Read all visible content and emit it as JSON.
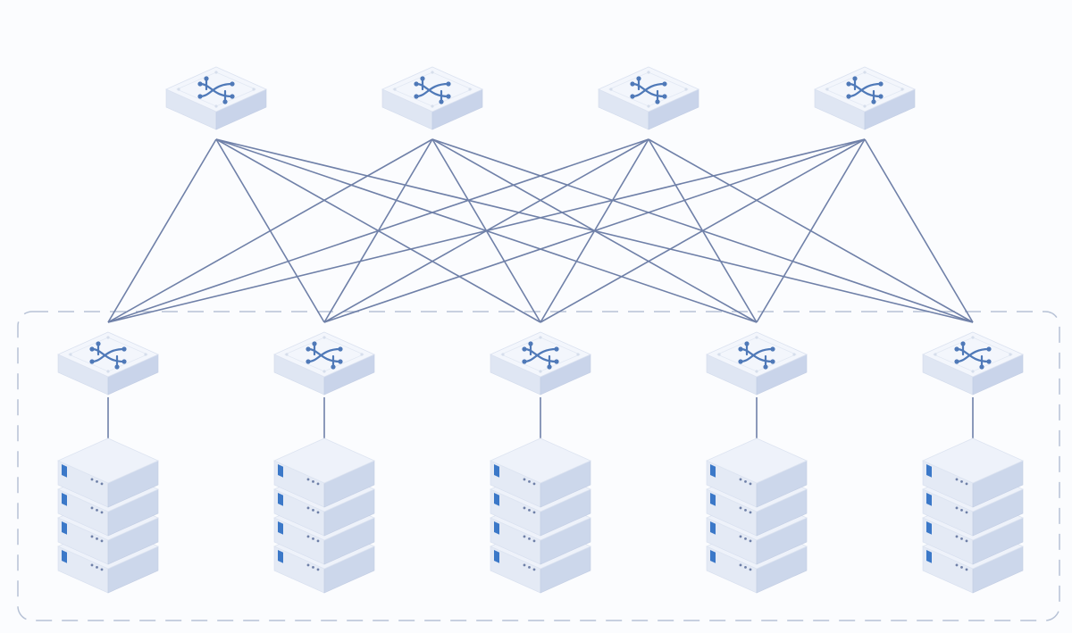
{
  "diagram": {
    "type": "spine-leaf network topology",
    "colors": {
      "background": "#fbfcfe",
      "link": "#6f80a8",
      "dashed_group": "#b7c2d6",
      "switch_top": "#f3f6fc",
      "switch_left": "#dfe6f3",
      "switch_right": "#c9d4ea",
      "switch_symbol": "#4f79b8",
      "server_top": "#eef2fa",
      "server_left": "#e4eaf5",
      "server_right": "#ccd7eb",
      "server_led": "#3b78c8",
      "server_dots": "#6f80a8"
    },
    "spine_switches": [
      {
        "id": "spine-1"
      },
      {
        "id": "spine-2"
      },
      {
        "id": "spine-3"
      },
      {
        "id": "spine-4"
      }
    ],
    "leaf_switches": [
      {
        "id": "leaf-1"
      },
      {
        "id": "leaf-2"
      },
      {
        "id": "leaf-3"
      },
      {
        "id": "leaf-4"
      },
      {
        "id": "leaf-5"
      }
    ],
    "server_racks": [
      {
        "id": "rack-1",
        "units": 4,
        "uplink": "leaf-1"
      },
      {
        "id": "rack-2",
        "units": 4,
        "uplink": "leaf-2"
      },
      {
        "id": "rack-3",
        "units": 4,
        "uplink": "leaf-3"
      },
      {
        "id": "rack-4",
        "units": 4,
        "uplink": "leaf-4"
      },
      {
        "id": "rack-5",
        "units": 4,
        "uplink": "leaf-5"
      }
    ],
    "connectivity": "full-mesh",
    "icons": {
      "switch": "network-switch-icon",
      "server": "server-rack-icon"
    }
  }
}
